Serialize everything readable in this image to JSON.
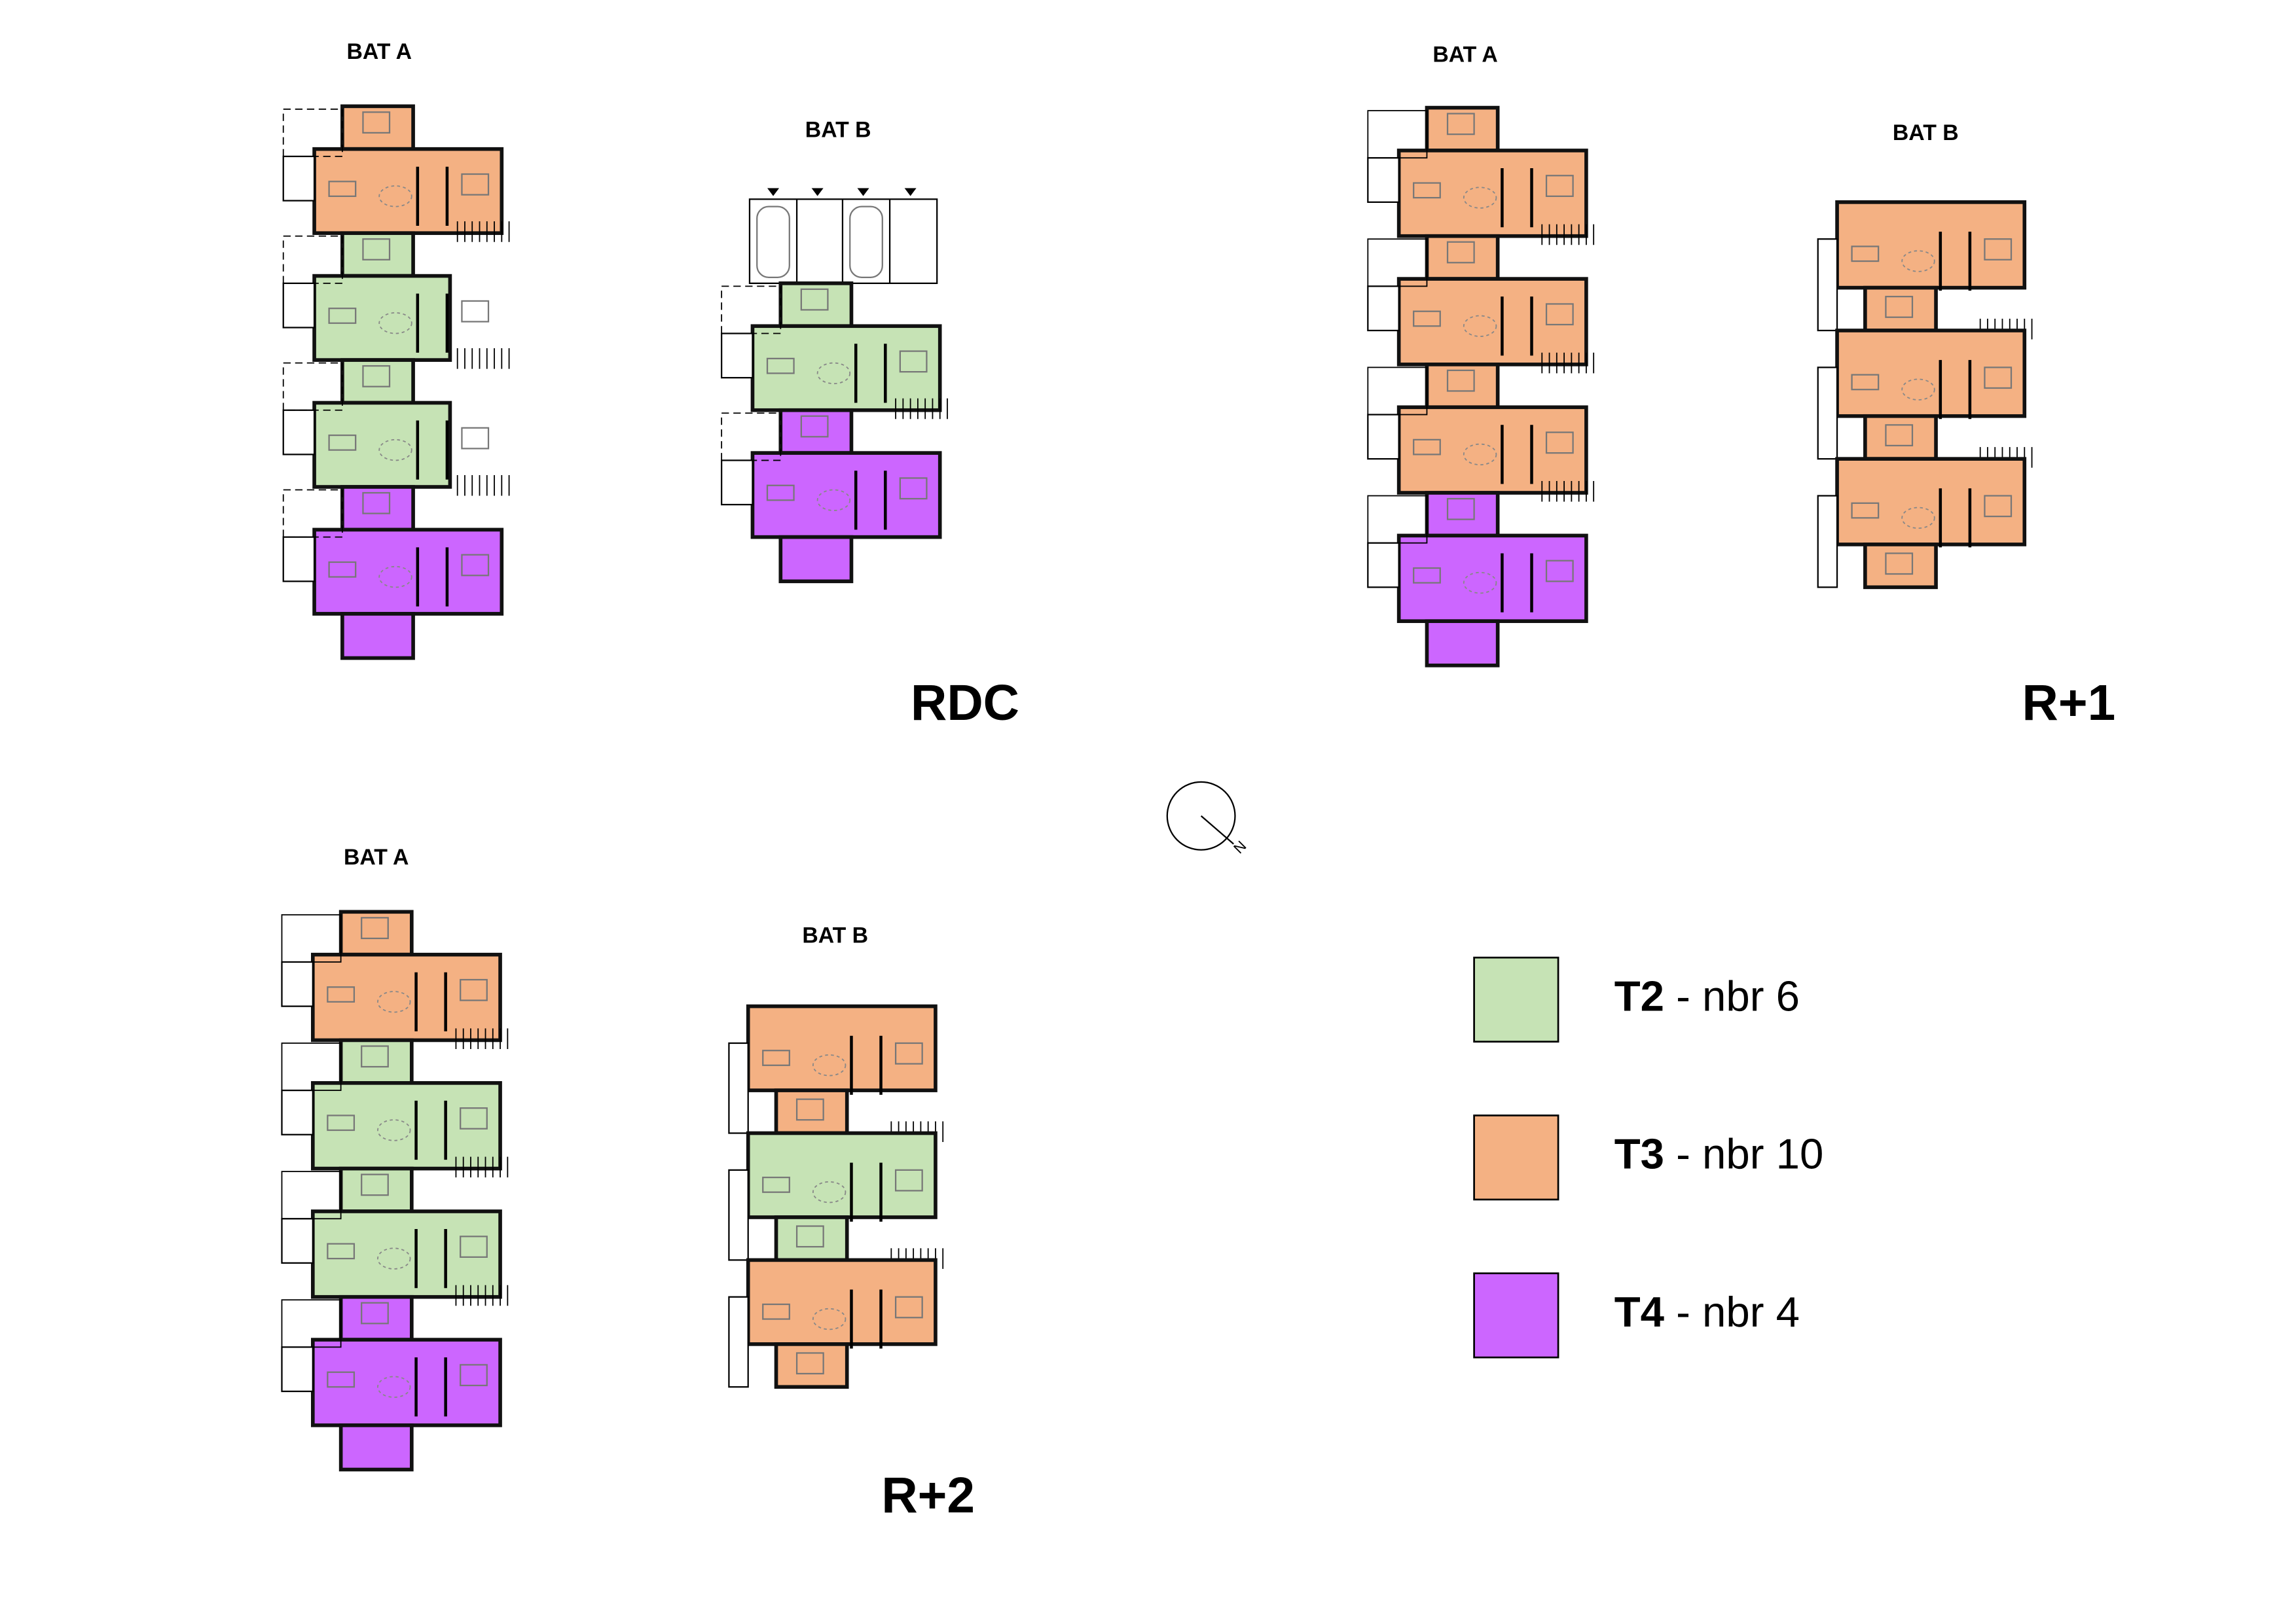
{
  "colors": {
    "T2": "#C6E3B5",
    "T3": "#F4B183",
    "T4": "#CC66FF"
  },
  "floors": [
    {
      "name": "RDC",
      "buildings": [
        {
          "label": "BAT A",
          "units": [
            "T3",
            "T2",
            "T2",
            "T4"
          ]
        },
        {
          "label": "BAT B",
          "units": [
            "T2",
            "T4"
          ]
        }
      ]
    },
    {
      "name": "R+1",
      "buildings": [
        {
          "label": "BAT A",
          "units": [
            "T3",
            "T3",
            "T3",
            "T4"
          ]
        },
        {
          "label": "BAT B",
          "units": [
            "T3",
            "T3",
            "T3"
          ]
        }
      ]
    },
    {
      "name": "R+2",
      "buildings": [
        {
          "label": "BAT A",
          "units": [
            "T3",
            "T2",
            "T2",
            "T4"
          ]
        },
        {
          "label": "BAT B",
          "units": [
            "T3",
            "T2",
            "T3"
          ]
        }
      ]
    }
  ],
  "compass": {
    "label": "N"
  },
  "legend": [
    {
      "type": "T2",
      "text": " - nbr 6"
    },
    {
      "type": "T3",
      "text": " - nbr 10"
    },
    {
      "type": "T4",
      "text": " - nbr 4"
    }
  ]
}
